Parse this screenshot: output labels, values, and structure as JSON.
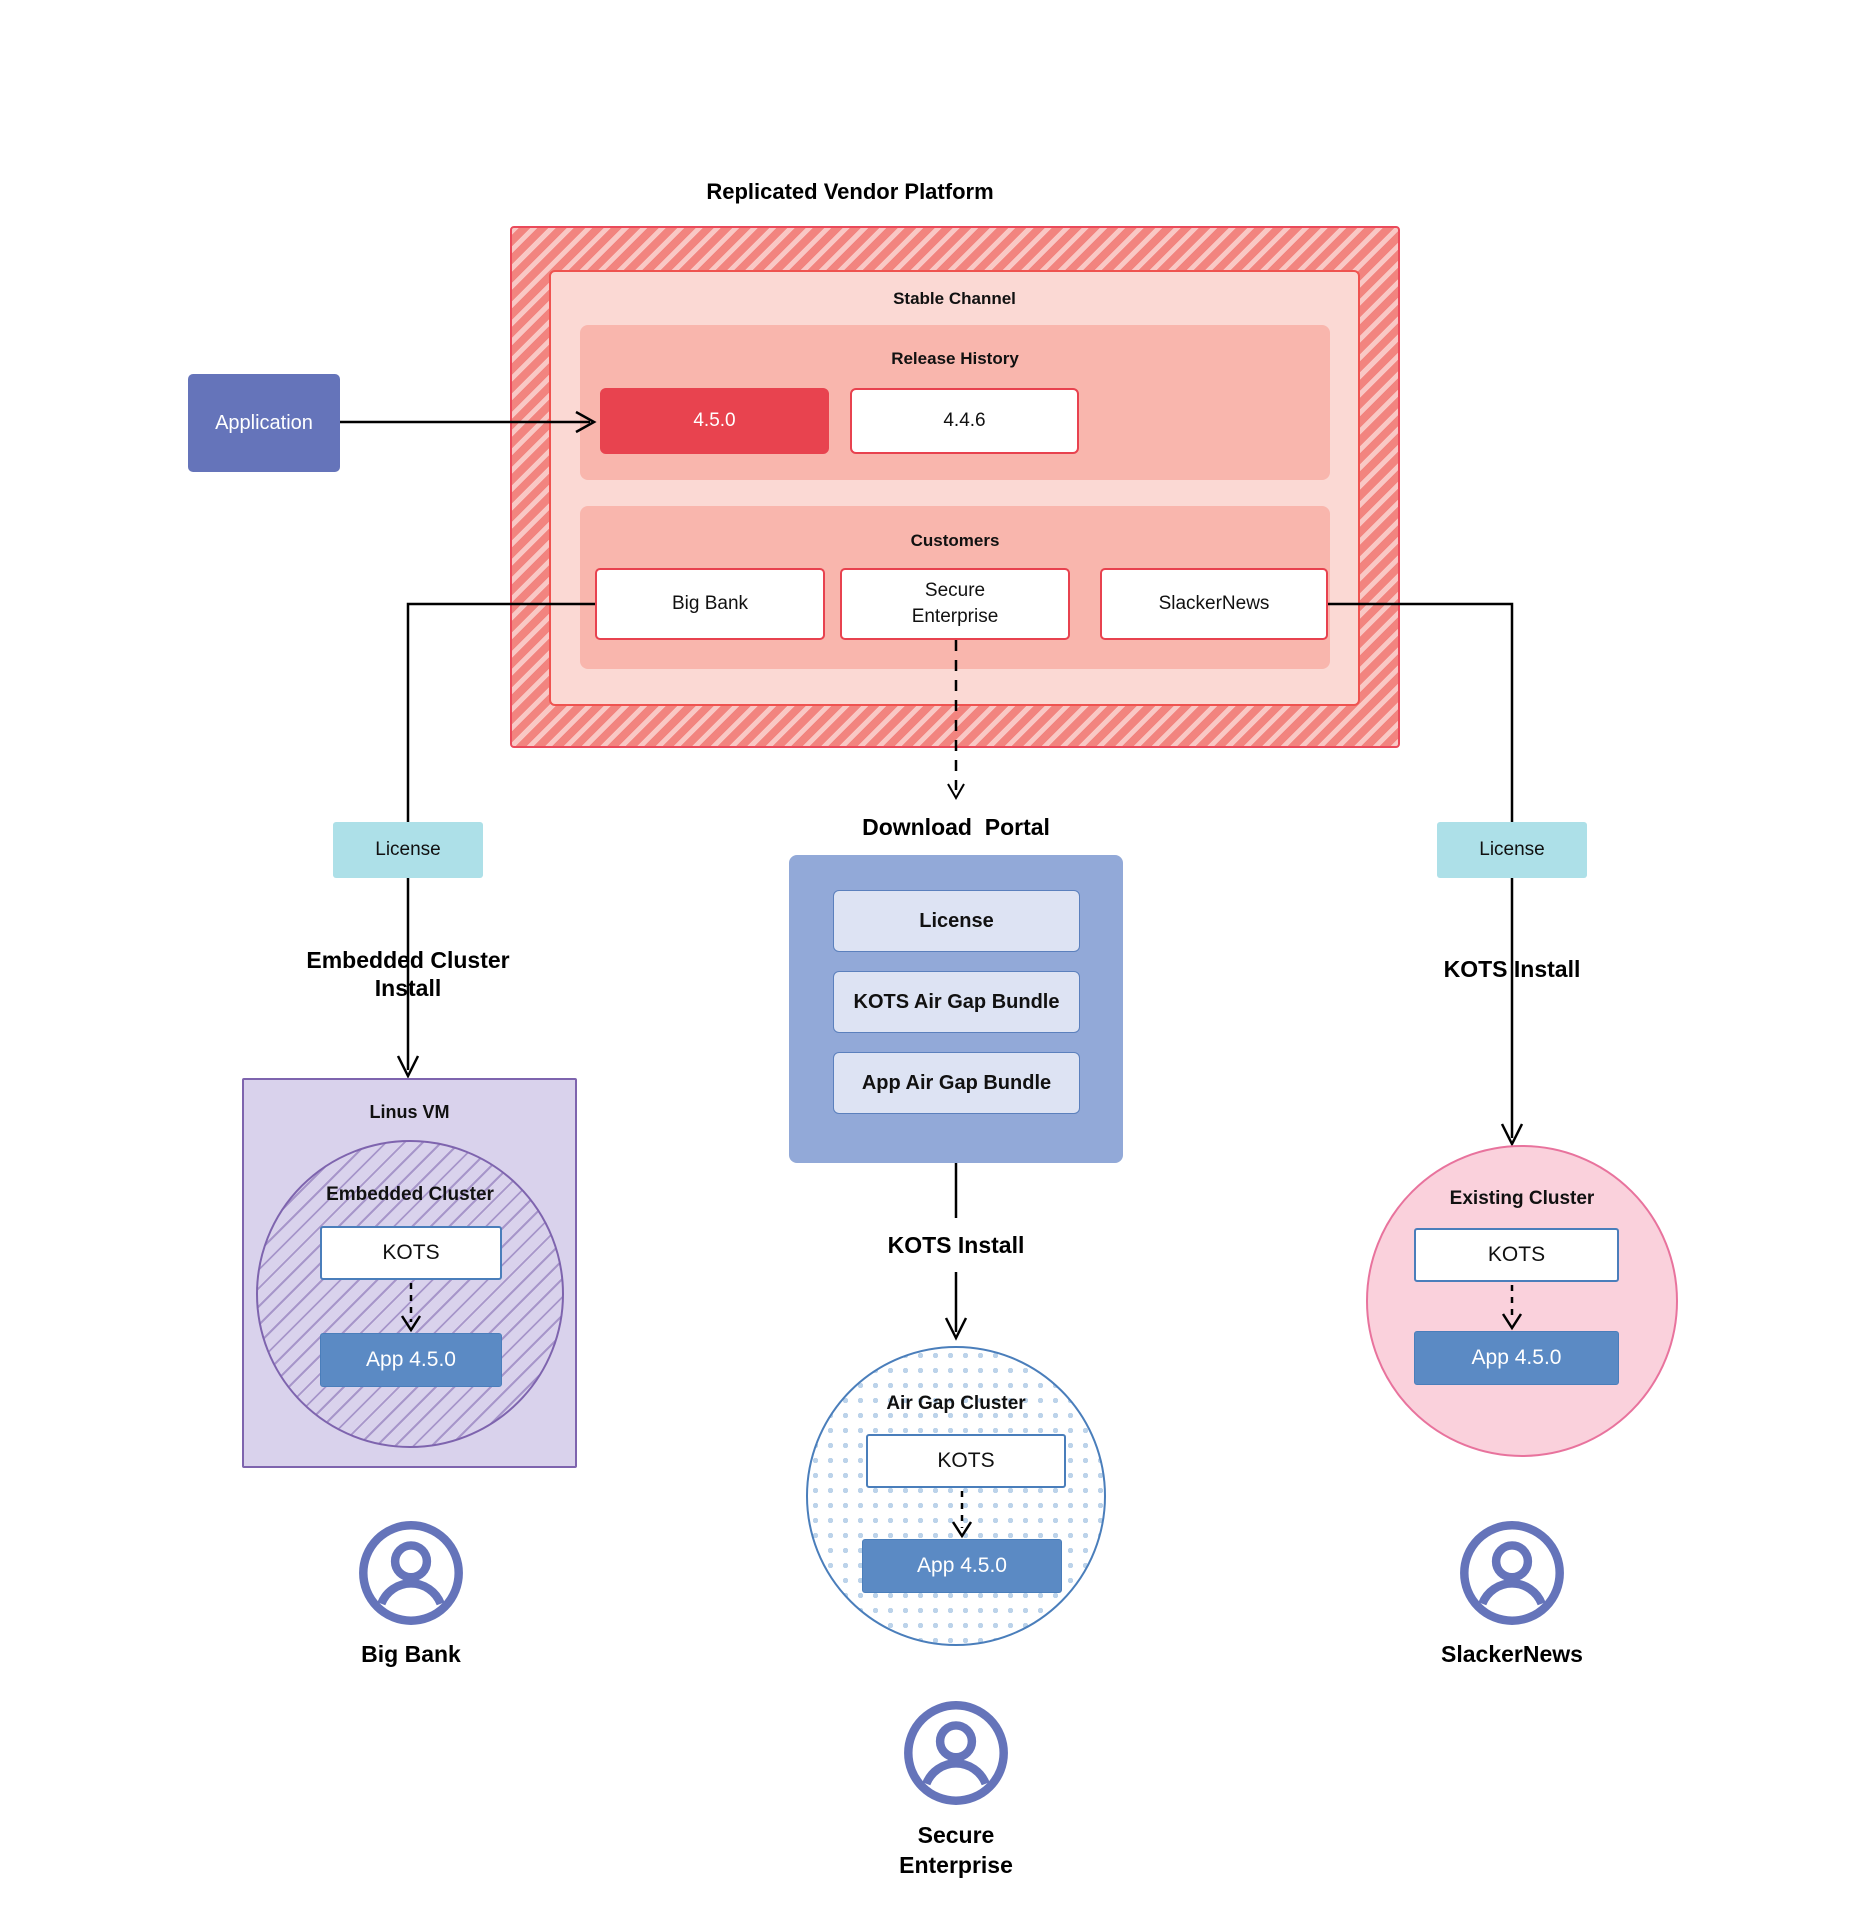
{
  "diagram": {
    "platform_title": "Replicated Vendor Platform",
    "stable_channel_label": "Stable Channel",
    "release_history_label": "Release History",
    "customers_label": "Customers",
    "releases": [
      {
        "version": "4.5.0",
        "current": true
      },
      {
        "version": "4.4.6",
        "current": false
      }
    ],
    "customers": [
      {
        "name": "Big Bank"
      },
      {
        "name": "Secure\nEnterprise"
      },
      {
        "name": "SlackerNews"
      }
    ],
    "application": {
      "label": "Application"
    },
    "license_left": {
      "label": "License"
    },
    "license_right": {
      "label": "License"
    },
    "flow_labels": {
      "embedded_cluster_install": "Embedded Cluster\nInstall",
      "kots_install_center": "KOTS Install",
      "kots_install_right": "KOTS Install"
    },
    "download_portal": {
      "title": "Download  Portal",
      "items": [
        {
          "label": "License"
        },
        {
          "label": "KOTS Air Gap Bundle"
        },
        {
          "label": "App Air Gap Bundle"
        }
      ]
    },
    "clusters": {
      "left": {
        "vm_label": "Linus VM",
        "circle_label": "Embedded Cluster",
        "kots_label": "KOTS",
        "app_label": "App 4.5.0"
      },
      "center": {
        "circle_label": "Air Gap Cluster",
        "kots_label": "KOTS",
        "app_label": "App 4.5.0"
      },
      "right": {
        "circle_label": "Existing Cluster",
        "kots_label": "KOTS",
        "app_label": "App 4.5.0"
      }
    },
    "personas": [
      {
        "name": "Big Bank"
      },
      {
        "name": "Secure\nEnterprise"
      },
      {
        "name": "SlackerNews"
      }
    ],
    "colors": {
      "platform_fill": "#f2847f",
      "platform_border": "#ea4a5a",
      "stable_channel_fill": "#fbd9d4",
      "inner_panel_fill": "#f9b6ad",
      "release_current": "#e8434f",
      "application": "#6574ba",
      "license_chip": "#ade0e8",
      "portal": "#92a9d8",
      "portal_item": "#dde3f3",
      "linux_vm": "#d9d2ec",
      "embedded_border": "#7e64ae",
      "airgap_border": "#4a7ebb",
      "existing_fill": "#fad1dc",
      "existing_border": "#e8739d",
      "app_box": "#5b8ac4",
      "avatar": "#6574ba"
    }
  }
}
